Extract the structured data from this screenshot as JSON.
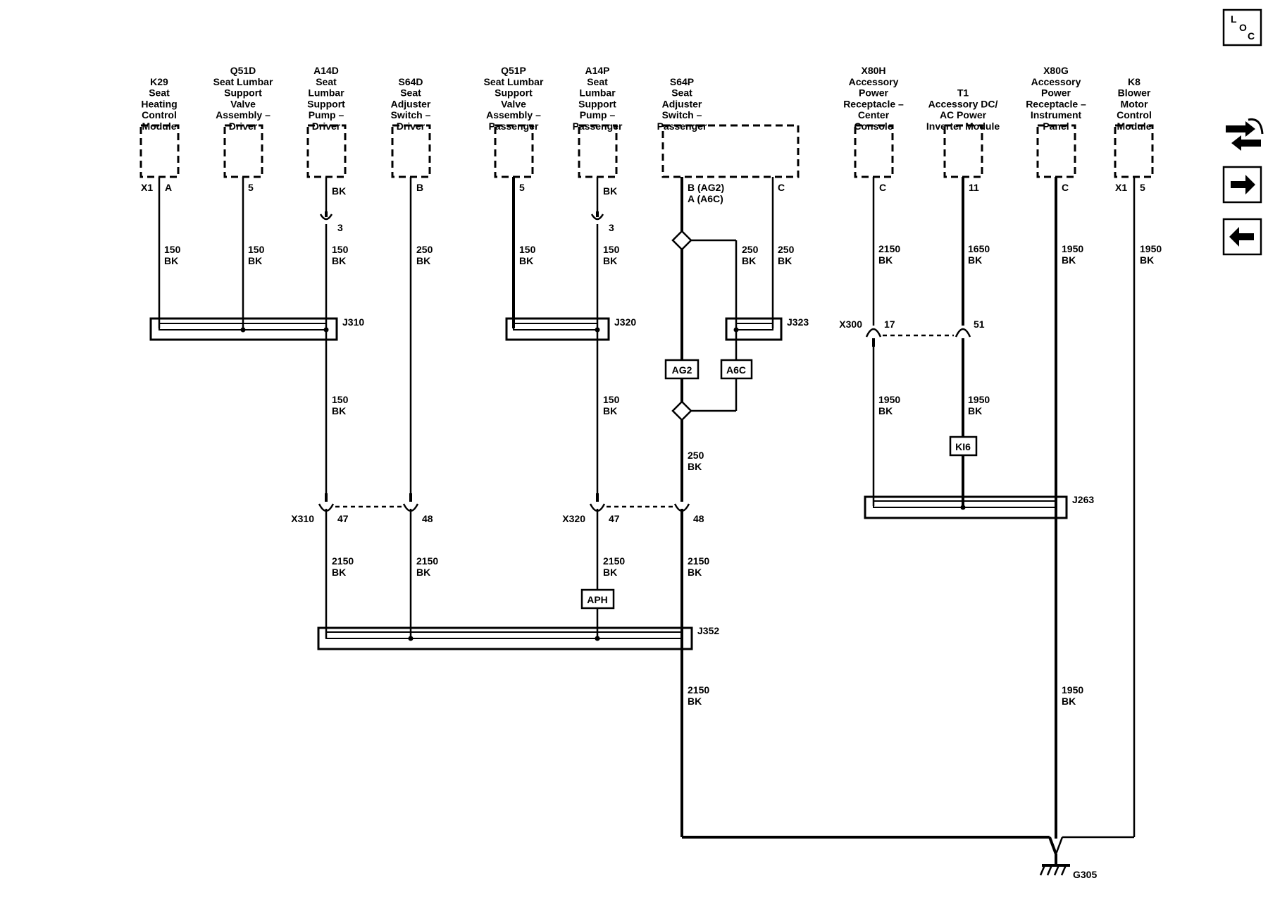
{
  "components": [
    {
      "id": "K29",
      "lines": [
        "K29",
        "Seat",
        "Heating",
        "Control",
        "Module"
      ]
    },
    {
      "id": "Q51D",
      "lines": [
        "Q51D",
        "Seat Lumbar",
        "Support",
        "Valve",
        "Assembly –",
        "Driver"
      ]
    },
    {
      "id": "A14D",
      "lines": [
        "A14D",
        "Seat",
        "Lumbar",
        "Support",
        "Pump –",
        "Driver"
      ]
    },
    {
      "id": "S64D",
      "lines": [
        "S64D",
        "Seat",
        "Adjuster",
        "Switch –",
        "Driver"
      ]
    },
    {
      "id": "Q51P",
      "lines": [
        "Q51P",
        "Seat Lumbar",
        "Support",
        "Valve",
        "Assembly –",
        "Passenger"
      ]
    },
    {
      "id": "A14P",
      "lines": [
        "A14P",
        "Seat",
        "Lumbar",
        "Support",
        "Pump –",
        "Passenger"
      ]
    },
    {
      "id": "S64P",
      "lines": [
        "S64P",
        "Seat",
        "Adjuster",
        "Switch –",
        "Passenger"
      ]
    },
    {
      "id": "X80H",
      "lines": [
        "X80H",
        "Accessory",
        "Power",
        "Receptacle –",
        "Center",
        "Console"
      ]
    },
    {
      "id": "T1",
      "lines": [
        "T1",
        "Accessory DC/",
        "AC Power",
        "Inverter Module"
      ]
    },
    {
      "id": "X80G",
      "lines": [
        "X80G",
        "Accessory",
        "Power",
        "Receptacle –",
        "Instrument",
        "Panel"
      ]
    },
    {
      "id": "K8",
      "lines": [
        "K8",
        "Blower",
        "Motor",
        "Control",
        "Module"
      ]
    }
  ],
  "pins": {
    "k29_conn": "X1",
    "k29_pin": "A",
    "q51d_pin": "5",
    "a14d_pin": "BK",
    "s64d_pin": "B",
    "q51p_pin": "5",
    "a14p_pin": "BK",
    "s64p_pin_b": "B (AG2)",
    "s64p_pin_a": "A (A6C)",
    "s64p_pin_c": "C",
    "x80h_pin": "C",
    "t1_pin": "11",
    "x80g_pin": "C",
    "k8_conn": "X1",
    "k8_pin": "5"
  },
  "wires": {
    "w150": "150",
    "w250": "250",
    "w1650": "1650",
    "w1950": "1950",
    "w2150": "2150",
    "bk": "BK"
  },
  "connectors": {
    "a14d_inline": "3",
    "a14p_inline": "3",
    "x310": "X310",
    "x310_p1": "47",
    "x310_p2": "48",
    "x320": "X320",
    "x320_p1": "47",
    "x320_p2": "48",
    "x300": "X300",
    "x300_p1": "17",
    "x300_p2": "51"
  },
  "splices": {
    "j310": "J310",
    "j320": "J320",
    "j323": "J323",
    "j352": "J352",
    "j263": "J263"
  },
  "options": {
    "ag2": "AG2",
    "a6c": "A6C",
    "aph": "APH",
    "ki6": "KI6"
  },
  "ground": "G305",
  "nav": {
    "loc_l": "L",
    "loc_o": "O",
    "loc_c": "C"
  }
}
